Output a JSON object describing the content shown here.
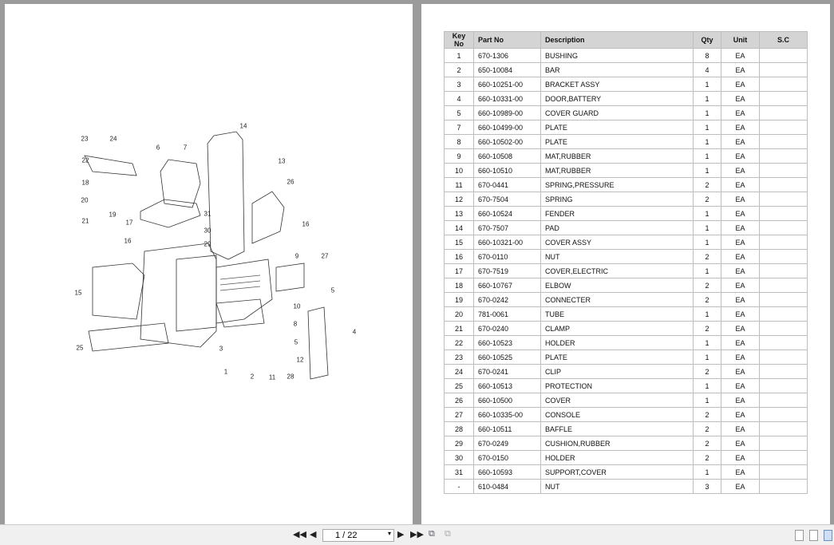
{
  "diagram": {
    "callouts": [
      "23",
      "24",
      "6",
      "7",
      "14",
      "13",
      "22",
      "18",
      "26",
      "20",
      "19",
      "21",
      "17",
      "31",
      "16",
      "16",
      "30",
      "29",
      "9",
      "27",
      "15",
      "5",
      "10",
      "8",
      "4",
      "25",
      "3",
      "5",
      "12",
      "1",
      "2",
      "11",
      "28"
    ]
  },
  "table": {
    "headers": [
      "Key No",
      "Part No",
      "Description",
      "Qty",
      "Unit",
      "S.C"
    ],
    "rows": [
      [
        "1",
        "670-1306",
        "BUSHING",
        "8",
        "EA",
        ""
      ],
      [
        "2",
        "650-10084",
        "BAR",
        "4",
        "EA",
        ""
      ],
      [
        "3",
        "660-10251-00",
        "BRACKET ASSY",
        "1",
        "EA",
        ""
      ],
      [
        "4",
        "660-10331-00",
        "DOOR,BATTERY",
        "1",
        "EA",
        ""
      ],
      [
        "5",
        "660-10989-00",
        "COVER GUARD",
        "1",
        "EA",
        ""
      ],
      [
        "7",
        "660-10499-00",
        "PLATE",
        "1",
        "EA",
        ""
      ],
      [
        "8",
        "660-10502-00",
        "PLATE",
        "1",
        "EA",
        ""
      ],
      [
        "9",
        "660-10508",
        "MAT,RUBBER",
        "1",
        "EA",
        ""
      ],
      [
        "10",
        "660-10510",
        "MAT,RUBBER",
        "1",
        "EA",
        ""
      ],
      [
        "11",
        "670-0441",
        "SPRING,PRESSURE",
        "2",
        "EA",
        ""
      ],
      [
        "12",
        "670-7504",
        "SPRING",
        "2",
        "EA",
        ""
      ],
      [
        "13",
        "660-10524",
        "FENDER",
        "1",
        "EA",
        ""
      ],
      [
        "14",
        "670-7507",
        "PAD",
        "1",
        "EA",
        ""
      ],
      [
        "15",
        "660-10321-00",
        "COVER ASSY",
        "1",
        "EA",
        ""
      ],
      [
        "16",
        "670-0110",
        "NUT",
        "2",
        "EA",
        ""
      ],
      [
        "17",
        "670-7519",
        "COVER,ELECTRIC",
        "1",
        "EA",
        ""
      ],
      [
        "18",
        "660-10767",
        "ELBOW",
        "2",
        "EA",
        ""
      ],
      [
        "19",
        "670-0242",
        "CONNECTER",
        "2",
        "EA",
        ""
      ],
      [
        "20",
        "781-0061",
        "TUBE",
        "1",
        "EA",
        ""
      ],
      [
        "21",
        "670-0240",
        "CLAMP",
        "2",
        "EA",
        ""
      ],
      [
        "22",
        "660-10523",
        "HOLDER",
        "1",
        "EA",
        ""
      ],
      [
        "23",
        "660-10525",
        "PLATE",
        "1",
        "EA",
        ""
      ],
      [
        "24",
        "670-0241",
        "CLIP",
        "2",
        "EA",
        ""
      ],
      [
        "25",
        "660-10513",
        "PROTECTION",
        "1",
        "EA",
        ""
      ],
      [
        "26",
        "660-10500",
        "COVER",
        "1",
        "EA",
        ""
      ],
      [
        "27",
        "660-10335-00",
        "CONSOLE",
        "2",
        "EA",
        ""
      ],
      [
        "28",
        "660-10511",
        "BAFFLE",
        "2",
        "EA",
        ""
      ],
      [
        "29",
        "670-0249",
        "CUSHION,RUBBER",
        "2",
        "EA",
        ""
      ],
      [
        "30",
        "670-0150",
        "HOLDER",
        "2",
        "EA",
        ""
      ],
      [
        "31",
        "660-10593",
        "SUPPORT,COVER",
        "1",
        "EA",
        ""
      ],
      [
        "-",
        "610-0484",
        "NUT",
        "3",
        "EA",
        ""
      ]
    ]
  },
  "toolbar": {
    "page_indicator": "1 / 22",
    "first_icon": "first-page-icon",
    "prev_icon": "prev-page-icon",
    "next_icon": "next-page-icon",
    "last_icon": "last-page-icon"
  }
}
